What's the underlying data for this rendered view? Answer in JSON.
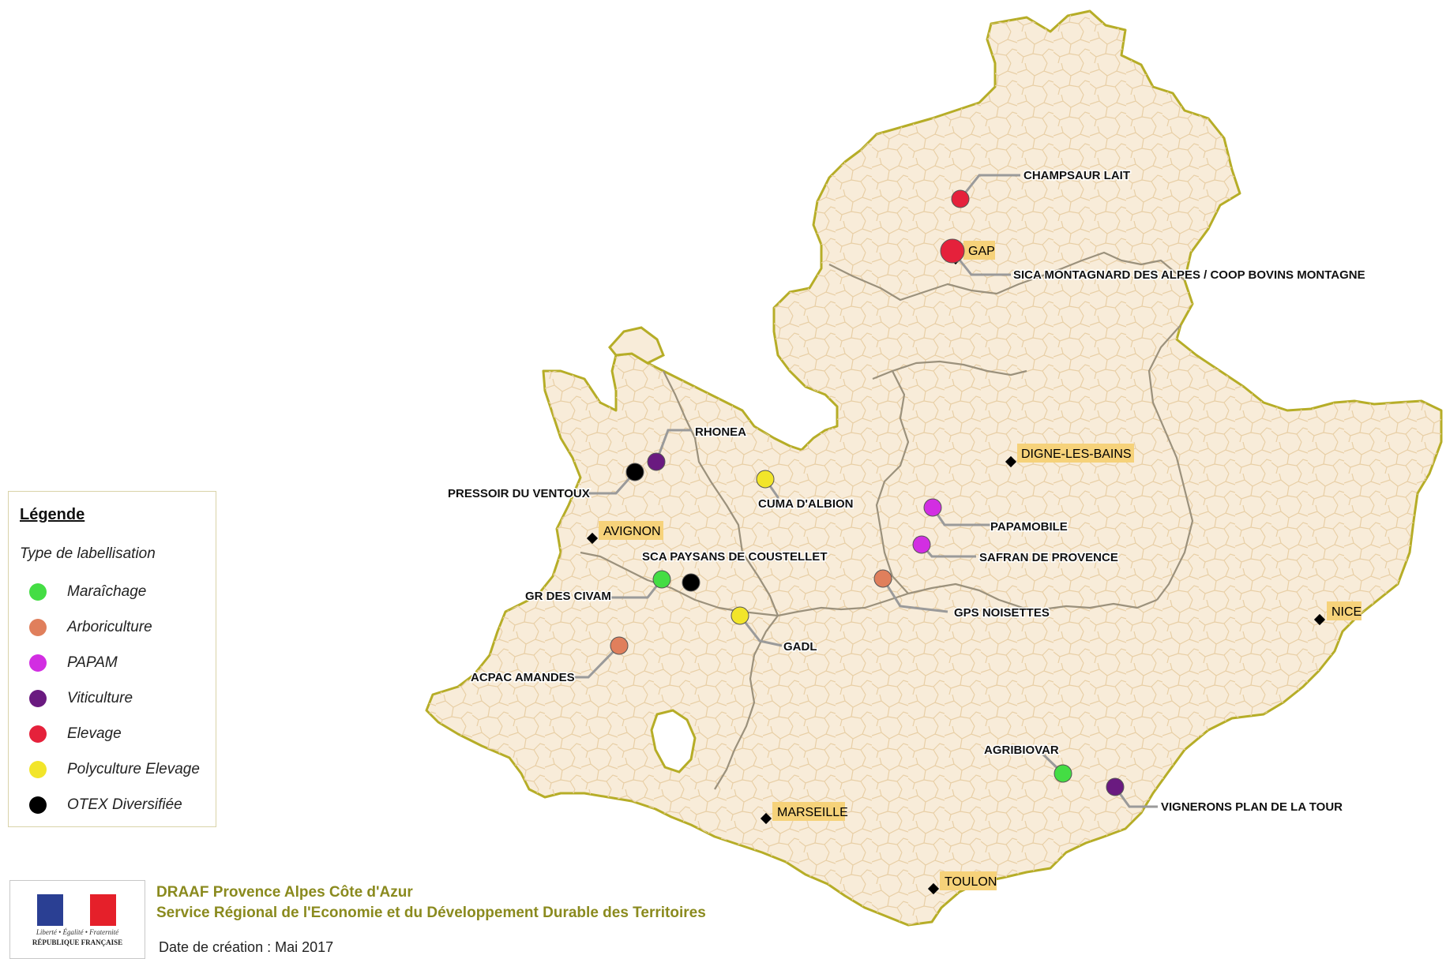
{
  "colors": {
    "land": "#f8ecd9",
    "region_border": "#b6ad27",
    "commune_border": "#e8cfa6",
    "dept_border": "#9b917c",
    "city_label_bg": "#f6d27a",
    "leader": "#9a9a9a"
  },
  "legend": {
    "title": "Légende",
    "subtitle": "Type de labellisation",
    "items": [
      {
        "label": "Maraîchage",
        "color": "#44dd44"
      },
      {
        "label": "Arboriculture",
        "color": "#e07f5c"
      },
      {
        "label": "PAPAM",
        "color": "#d22ee2"
      },
      {
        "label": "Viticulture",
        "color": "#6a1a80"
      },
      {
        "label": "Elevage",
        "color": "#e5213b"
      },
      {
        "label": "Polyculture Elevage",
        "color": "#f2e52a"
      },
      {
        "label": "OTEX Diversifiée",
        "color": "#000000"
      }
    ]
  },
  "cities": [
    "GAP",
    "DIGNE-LES-BAINS",
    "AVIGNON",
    "NICE",
    "MARSEILLE",
    "TOULON"
  ],
  "projects": [
    {
      "label": "CHAMPSAUR LAIT",
      "type": "Elevage"
    },
    {
      "label": "SICA MONTAGNARD DES ALPES / COOP BOVINS MONTAGNE",
      "type": "Elevage"
    },
    {
      "label": "RHONEA",
      "type": "Viticulture"
    },
    {
      "label": "PRESSOIR DU VENTOUX",
      "type": "OTEX Diversifiée"
    },
    {
      "label": "CUMA D'ALBION",
      "type": "Polyculture Elevage"
    },
    {
      "label": "PAPAMOBILE",
      "type": "PAPAM"
    },
    {
      "label": "SAFRAN DE PROVENCE",
      "type": "PAPAM"
    },
    {
      "label": "SCA PAYSANS DE COUSTELLET",
      "type": "OTEX Diversifiée"
    },
    {
      "label": "GR DES CIVAM",
      "type": "Maraîchage"
    },
    {
      "label": "GPS NOISETTES",
      "type": "Arboriculture"
    },
    {
      "label": "GADL",
      "type": "Polyculture Elevage"
    },
    {
      "label": "ACPAC AMANDES",
      "type": "Arboriculture"
    },
    {
      "label": "AGRIBIOVAR",
      "type": "Maraîchage"
    },
    {
      "label": "VIGNERONS PLAN DE LA TOUR",
      "type": "Viticulture"
    }
  ],
  "footer": {
    "org_line1": "DRAAF Provence Alpes Côte d'Azur",
    "org_line2": "Service Régional de l'Economie et du Développement Durable des Territoires",
    "created": "Date de création : Mai 2017",
    "logo_motto": "Liberté • Égalité • Fraternité",
    "logo_name": "RÉPUBLIQUE FRANÇAISE"
  }
}
